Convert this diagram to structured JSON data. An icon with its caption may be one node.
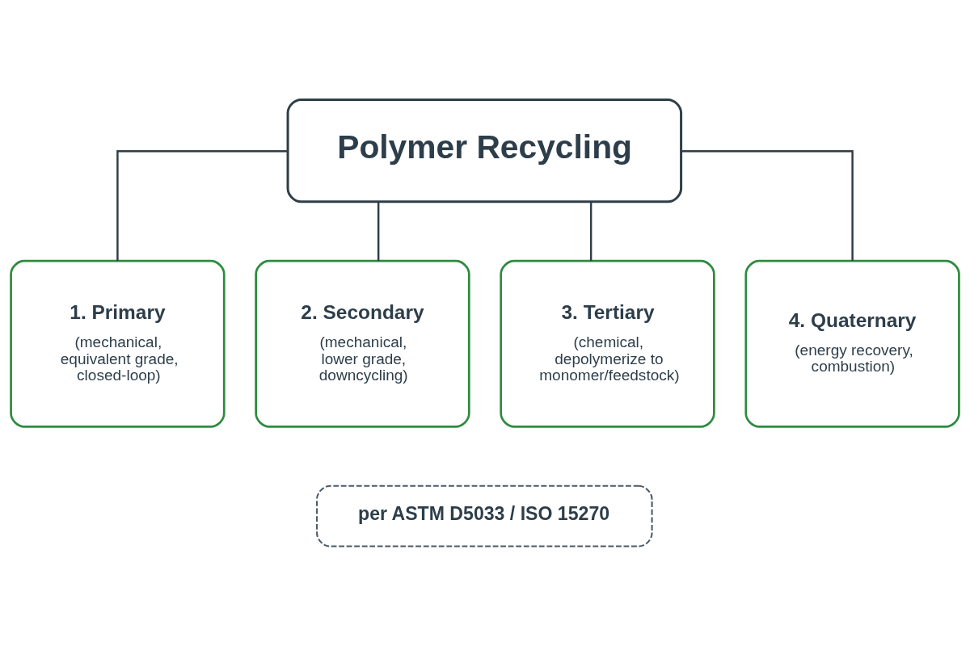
{
  "diagram": {
    "nodes": [
      {
        "text": [
          "Polymer Recycling"
        ]
      },
      {
        "text": [
          "1. Primary",
          "(mechanical, equivalent grade, closed-loop)"
        ]
      },
      {
        "text": [
          "2. Secondary",
          "(mechanical, lower grade, downcycling)"
        ]
      },
      {
        "text": [
          "3. Tertiary",
          "(chemical, depolymerize to monomer/feedstock)"
        ]
      },
      {
        "text": [
          "4. Quaternary",
          "(energy recovery, combustion)"
        ]
      },
      {
        "text": [
          "per ASTM D5033 / ISO 15270"
        ]
      }
    ],
    "edges": [
      {
        "from": 0,
        "to": 1,
        "arrow": "none"
      },
      {
        "from": 0,
        "to": 2,
        "arrow": "none"
      },
      {
        "from": 0,
        "to": 3,
        "arrow": "none"
      },
      {
        "from": 0,
        "to": 4,
        "arrow": "none"
      }
    ]
  }
}
